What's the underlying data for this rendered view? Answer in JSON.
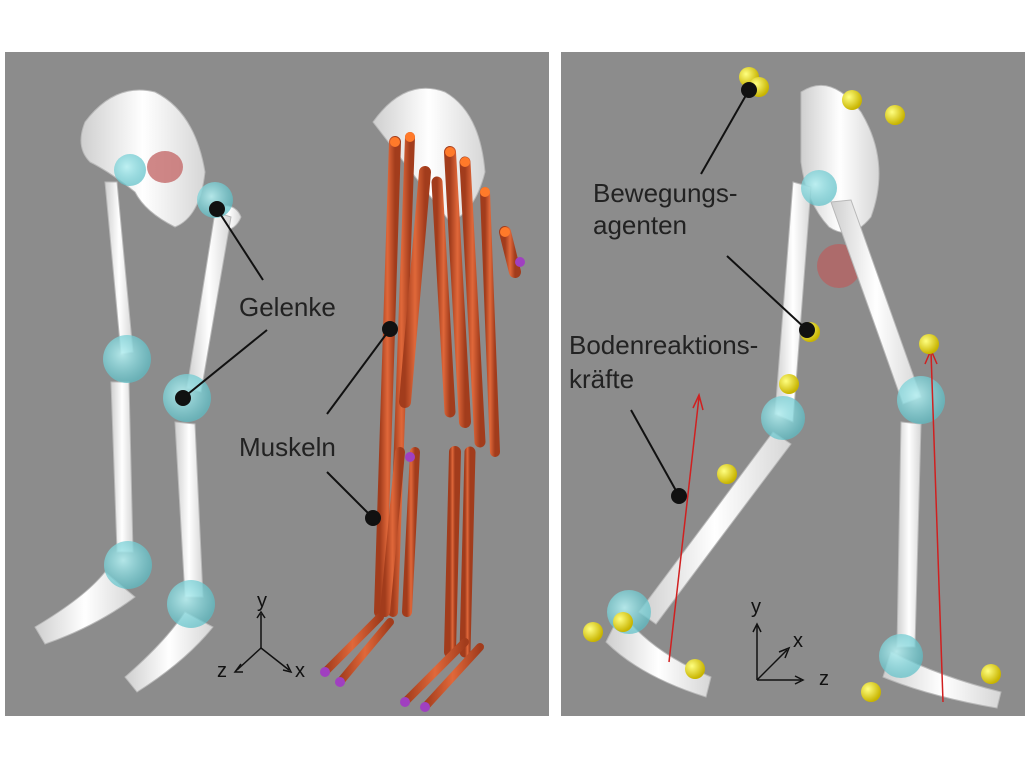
{
  "left_panel": {
    "labels": {
      "joints": "Gelenke",
      "muscles": "Muskeln"
    },
    "axes": {
      "y": "y",
      "z": "z",
      "x": "x"
    }
  },
  "right_panel": {
    "labels": {
      "motion_agents_line1": "Bewegungs-",
      "motion_agents_line2": "agenten",
      "grf_line1": "Bodenreaktions-",
      "grf_line2": "kräfte"
    },
    "axes": {
      "y": "y",
      "x": "x",
      "z": "z"
    }
  },
  "colors": {
    "background": "#8c8c8c",
    "bone": "#f2f2f2",
    "joint": "#7fd6dc",
    "muscle": "#c8502a",
    "marker": "#e8e000",
    "force": "#d02020"
  }
}
